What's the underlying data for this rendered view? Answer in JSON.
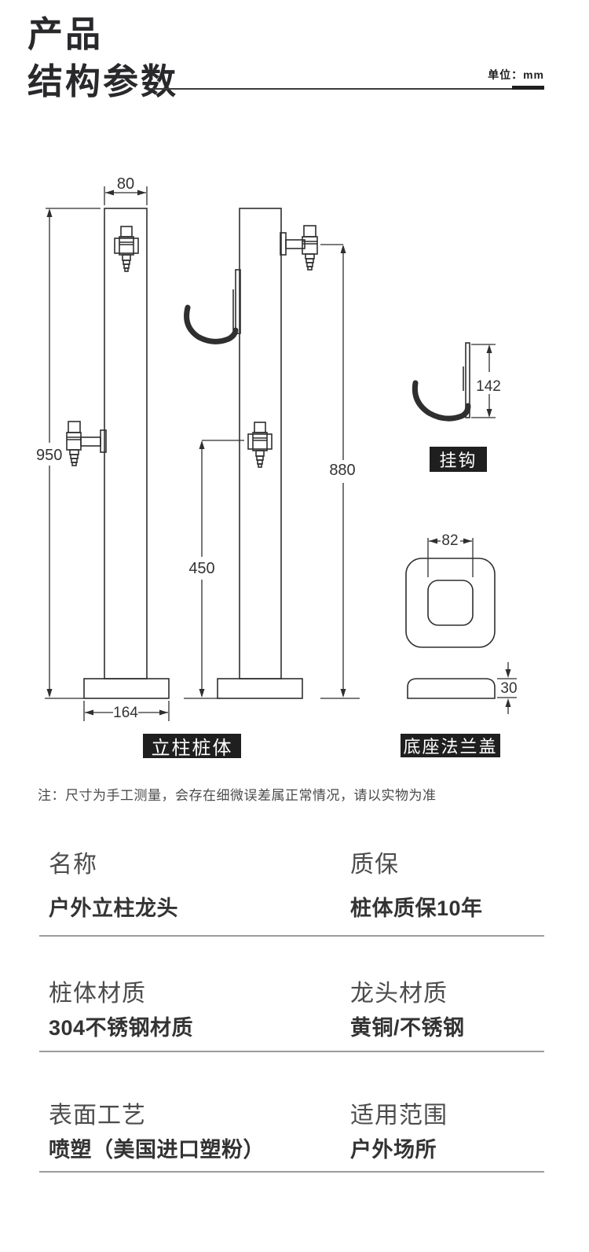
{
  "header": {
    "title_line1": "产品",
    "title_line2": "结构参数",
    "unit": "单位：mm"
  },
  "diagram": {
    "dimensions": {
      "post_width": "80",
      "post_height": "950",
      "spout_top_height": "880",
      "spout_mid_height": "450",
      "base_width": "164",
      "hook_height": "142",
      "flange_hole_width": "82",
      "flange_thickness": "30"
    },
    "part_labels": {
      "post": "立柱桩体",
      "hook": "挂钩",
      "flange": "底座法兰盖"
    }
  },
  "note": "注：尺寸为手工测量，会存在细微误差属正常情况，请以实物为准",
  "specs": {
    "rows": [
      {
        "left": {
          "label": "名称",
          "value": "户外立柱龙头"
        },
        "right": {
          "label": "质保",
          "value": "桩体质保10年"
        }
      },
      {
        "left": {
          "label": "桩体材质",
          "value": "304不锈钢材质"
        },
        "right": {
          "label": "龙头材质",
          "value": "黄铜/不锈钢"
        }
      },
      {
        "left": {
          "label": "表面工艺",
          "value": "喷塑（美国进口塑粉）"
        },
        "right": {
          "label": "适用范围",
          "value": "户外场所"
        }
      }
    ]
  },
  "colors": {
    "badge_bg": "#1f1f1f",
    "line": "#2f2f2f",
    "divider": "#9c9c9c",
    "text_dark": "#333333",
    "text_gray": "#4c4c4c"
  }
}
